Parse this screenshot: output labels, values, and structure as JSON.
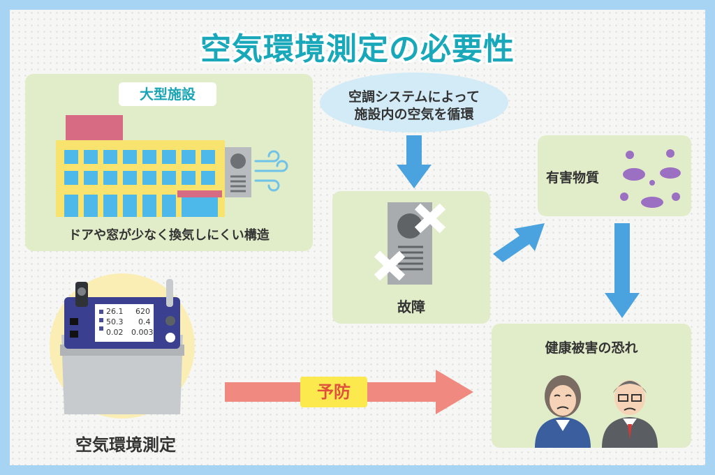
{
  "title": "空気環境測定の必要性",
  "facility": {
    "label": "大型施設",
    "caption": "ドアや窓が少なく換気しにくい構造"
  },
  "hvac_bubble": {
    "line1": "空調システムによって",
    "line2": "施設内の空気を循環"
  },
  "failure": {
    "label": "故障"
  },
  "harmful": {
    "label": "有害物質"
  },
  "health": {
    "label": "健康被害の恐れ"
  },
  "prevention": {
    "label": "予防"
  },
  "device": {
    "caption": "空気環境測定",
    "screen": {
      "r1_left": "26.1",
      "r1_right": "620",
      "r2_left": "50.3",
      "r2_right": "0.4",
      "r3_left": "0.02",
      "r3_right": "0.003"
    }
  },
  "colors": {
    "title": "#18a8b9",
    "frame": "#a6d4f2",
    "panel": "#e1ecc8",
    "arrow_blue": "#4aa3de",
    "arrow_red": "#f08a80",
    "badge_yellow": "#fbe94e"
  }
}
